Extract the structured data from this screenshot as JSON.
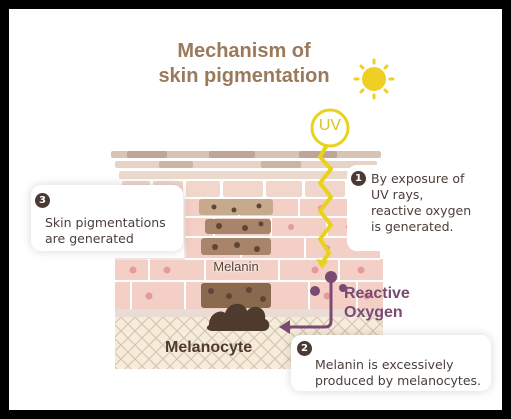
{
  "title": {
    "line1": "Mechanism of",
    "line2": "skin pigmentation"
  },
  "uv_label": "UV",
  "labels": {
    "melanin": "Melanin",
    "reactive_oxygen_line1": "Reactive",
    "reactive_oxygen_line2": "Oxygen",
    "melanocyte": "Melanocyte"
  },
  "steps": [
    {
      "number": "1",
      "text": "By exposure of\nUV rays,\nreactive oxygen\nis generated."
    },
    {
      "number": "2",
      "text": "Melanin is excessively\nproduced by melanocytes."
    },
    {
      "number": "3",
      "text": "Skin pigmentations\nare generated"
    }
  ],
  "colors": {
    "frame": "#000000",
    "title": "#9b7a5c",
    "uv": "#e8d21c",
    "sun": "#f0cf25",
    "reactive_oxygen": "#7a4a72",
    "skin": "#f3cfc6",
    "melanin": "#8a6a4f",
    "melanocyte": "#4f3a2e"
  }
}
